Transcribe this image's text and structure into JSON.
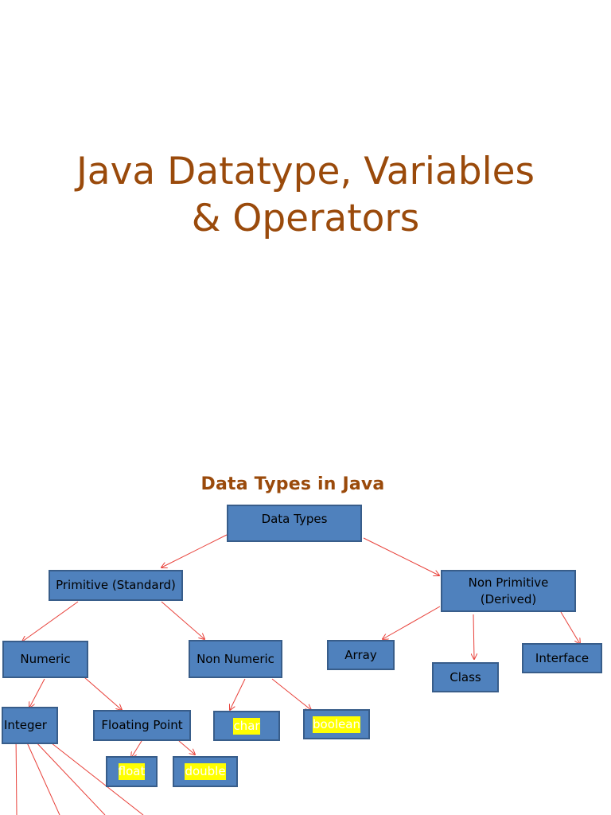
{
  "slide_title_line1": "Java Datatype, Variables",
  "slide_title_line2": "& Operators",
  "diagram_title": "Data Types in Java",
  "nodes": {
    "data_types": "Data Types",
    "primitive": "Primitive (Standard)",
    "non_primitive": "Non Primitive (Derived)",
    "numeric": "Numeric",
    "non_numeric": "Non Numeric",
    "array": "Array",
    "class": "Class",
    "interface": "Interface",
    "integer": "Integer",
    "floating_point": "Floating Point",
    "char": "char",
    "boolean": "boolean",
    "float": "float",
    "double": "double"
  },
  "colors": {
    "title": "#9a4a0b",
    "box_fill": "#4f81bd",
    "box_border": "#385d8a",
    "arrow": "#e8413a",
    "highlight": "#ffff00"
  }
}
